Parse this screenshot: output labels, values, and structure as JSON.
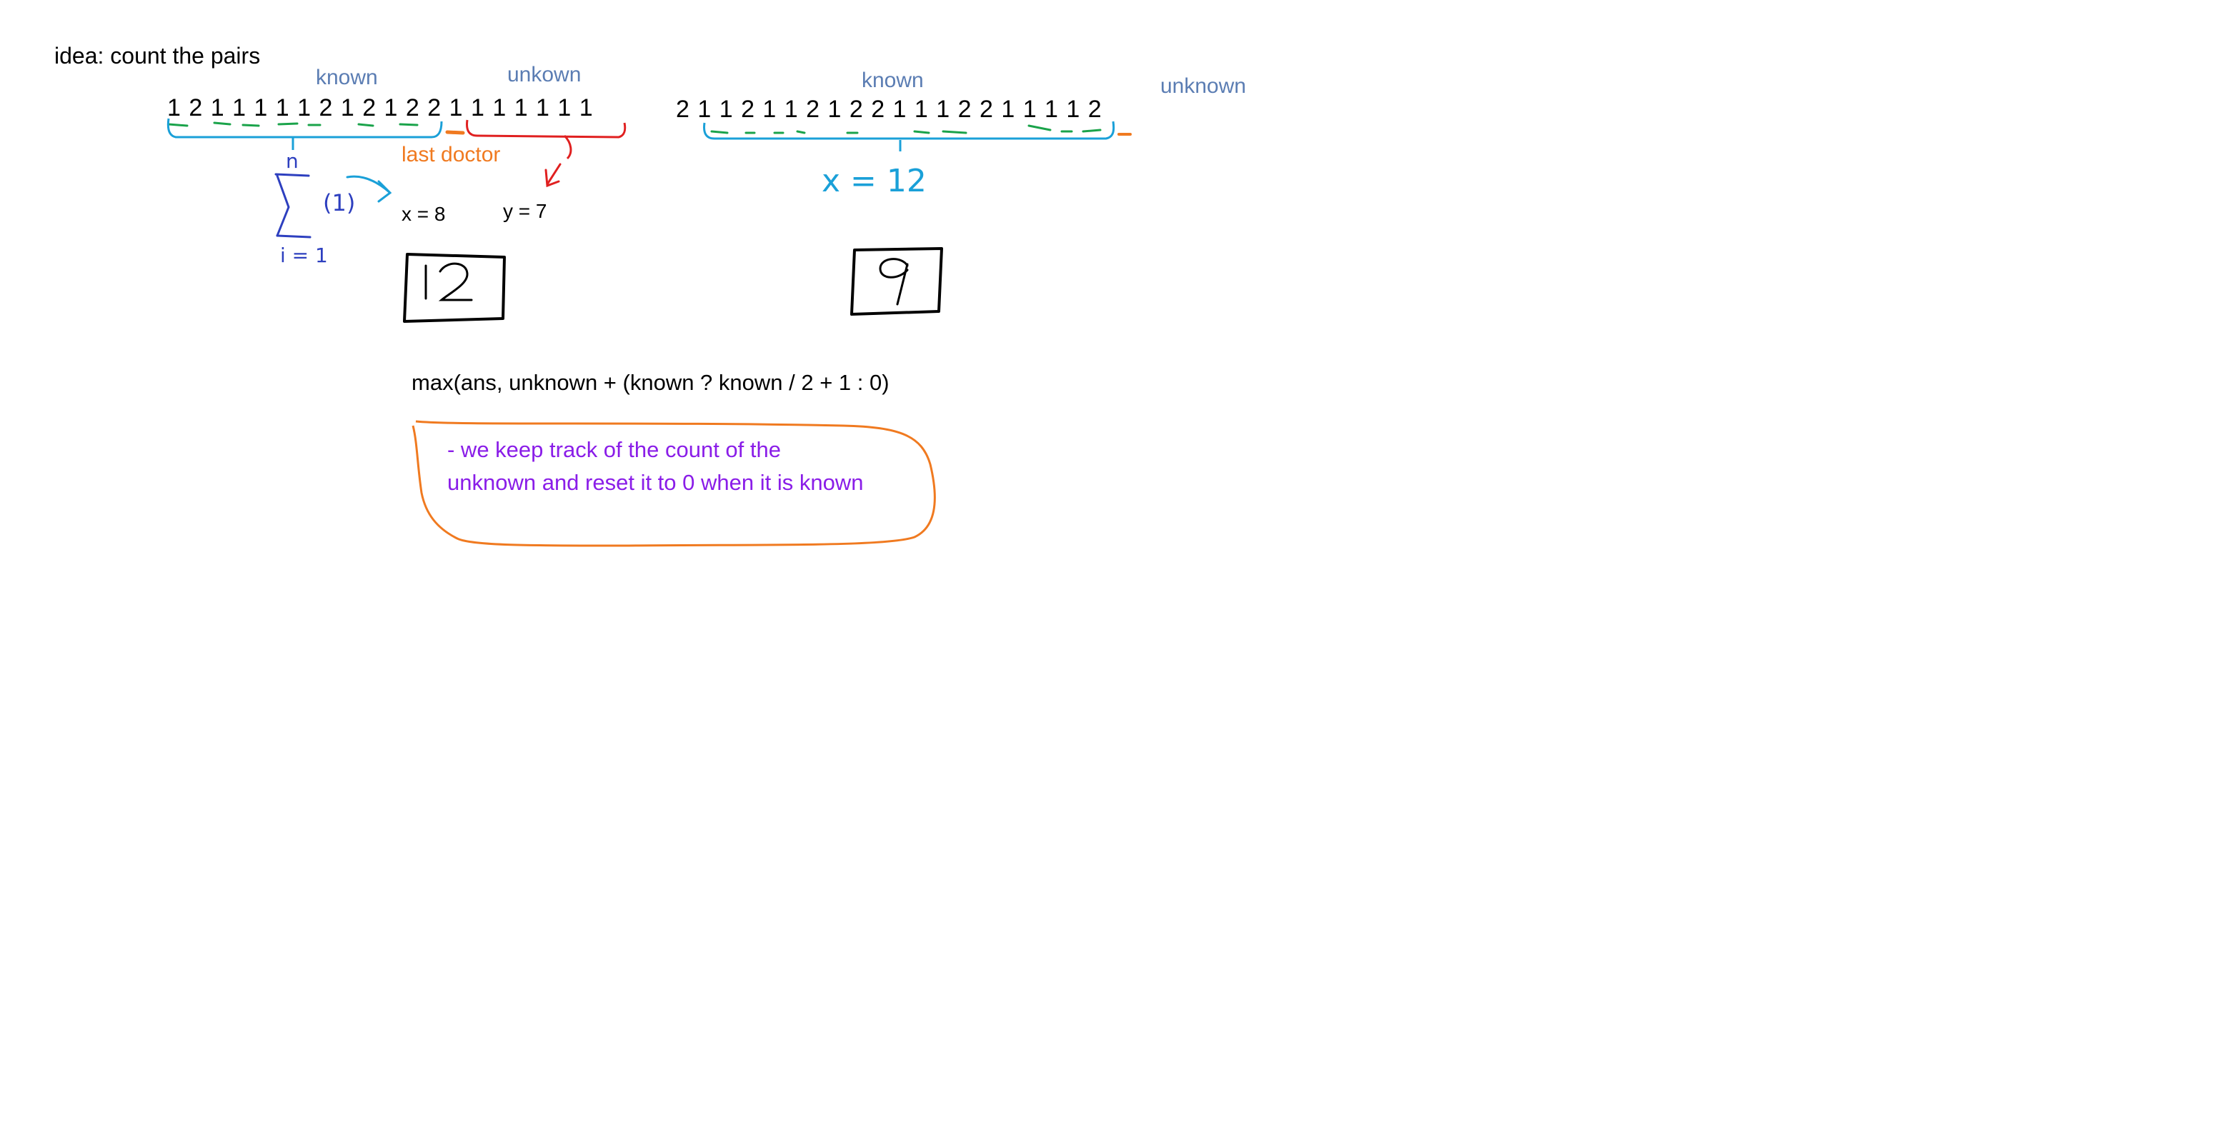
{
  "title": "idea: count the pairs",
  "left_example": {
    "known_label": "known",
    "unknown_label": "unkown",
    "sequence": "1 2 1 1 1 1 1 2 1 2 1 2 2 1 1 1 1 1 1 1",
    "last_doctor_label": "last doctor",
    "sigma_top": "n",
    "sigma_bottom": "i = 1",
    "sigma_term": "(1)",
    "x_label": "x = 8",
    "y_label": "y = 7",
    "result": "12"
  },
  "right_example": {
    "known_label": "known",
    "unknown_label": "unknown",
    "sequence": "2 1 1 2 1 1 2 1 2 2 1 1 1 2 2 1 1 1 1 2",
    "x_label": "x = 12",
    "result": "9"
  },
  "formula": "max(ans, unknown + (known ? known / 2 + 1 : 0)",
  "note": {
    "line1": "- we keep track of the count of the",
    "line2": "unknown and reset it to 0 when it is known"
  },
  "colors": {
    "text": "#000000",
    "label_blue": "#5b7db3",
    "bracket_blue": "#1aa0d8",
    "dash_green": "#1aa34a",
    "bracket_red": "#e02020",
    "orange": "#f07a20",
    "sigma_navy": "#2d3fbf",
    "purple": "#8a1de8"
  }
}
